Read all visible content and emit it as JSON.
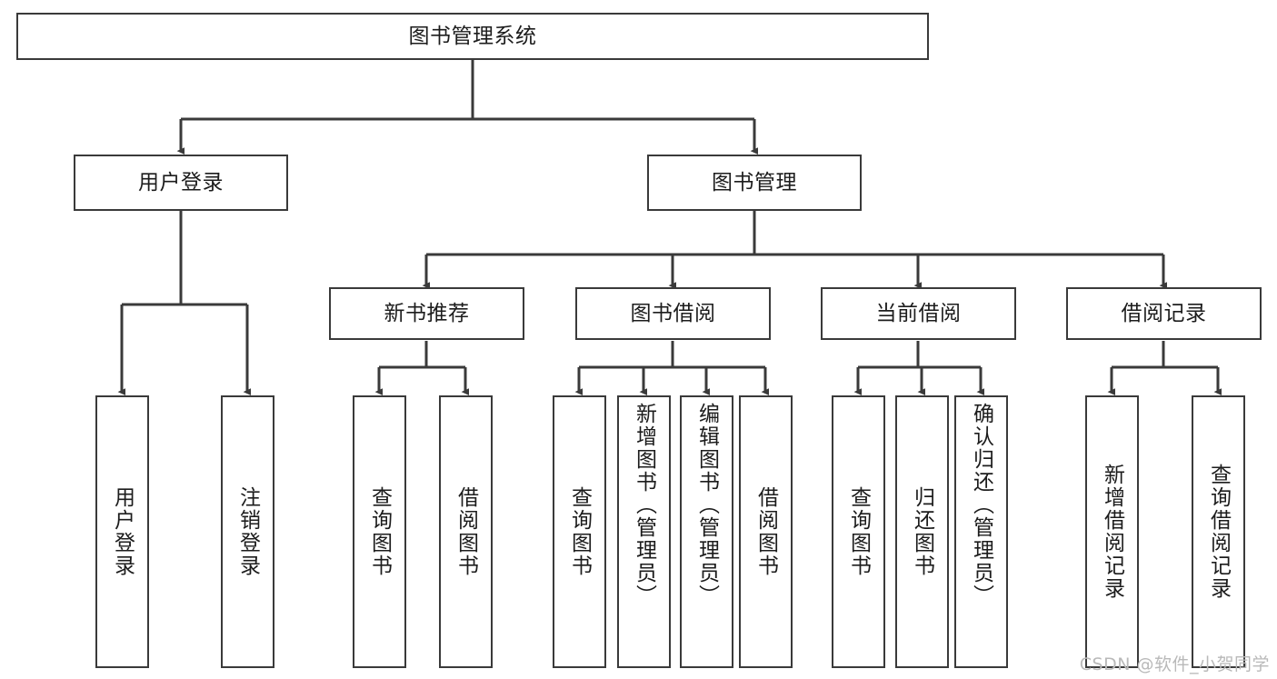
{
  "diagram": {
    "type": "tree",
    "title": "图书管理系统",
    "orientation": "top-down",
    "colors": {
      "stroke": "#3a3a3a",
      "fill": "#ffffff",
      "text": "#1c1c1c",
      "watermark": "#b9b9b9"
    },
    "root": {
      "label": "图书管理系统"
    },
    "level1": [
      {
        "label": "用户登录"
      },
      {
        "label": "图书管理"
      }
    ],
    "level2": [
      {
        "label": "新书推荐"
      },
      {
        "label": "图书借阅"
      },
      {
        "label": "当前借阅"
      },
      {
        "label": "借阅记录"
      }
    ],
    "leaves": {
      "user_login": [
        {
          "label": "用户登录"
        },
        {
          "label": "注销登录"
        }
      ],
      "new_book_recommend": [
        {
          "label": "查询图书"
        },
        {
          "label": "借阅图书"
        }
      ],
      "book_borrow": [
        {
          "label": "查询图书"
        },
        {
          "label": "新增图书（管理员）"
        },
        {
          "label": "编辑图书（管理员）"
        },
        {
          "label": "借阅图书"
        }
      ],
      "current_borrow": [
        {
          "label": "查询图书"
        },
        {
          "label": "归还图书"
        },
        {
          "label": "确认归还（管理员）"
        }
      ],
      "borrow_record": [
        {
          "label": "新增借阅记录"
        },
        {
          "label": "查询借阅记录"
        }
      ]
    }
  },
  "watermark": {
    "text": "CSDN @软件_小贺同学"
  }
}
